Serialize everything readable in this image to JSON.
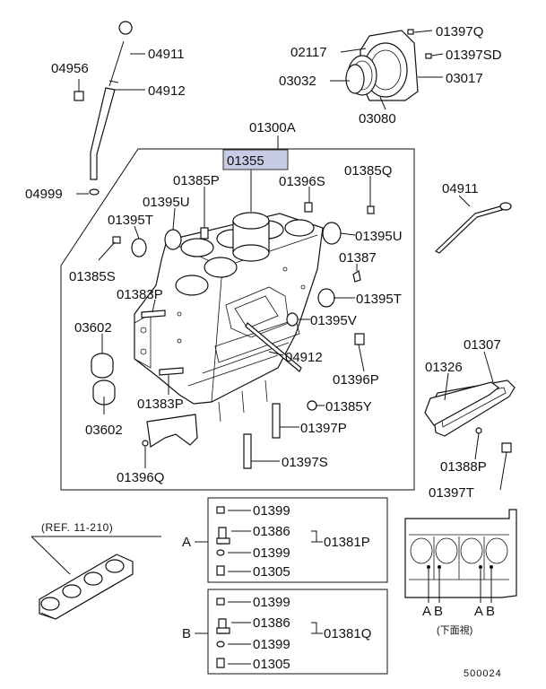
{
  "top": {
    "dipstick": "04911",
    "dipstick_guide": "04912",
    "bolt": "04956",
    "oring": "04999",
    "bolt_r1": "01397Q",
    "bolt_r2": "01397SD",
    "seal_case": "02117",
    "oil_seal": "03032",
    "gasket_case": "03017",
    "slinger": "03080"
  },
  "main": {
    "assembly": "01300A",
    "block": "01355",
    "plug1": "01385P",
    "plug_q": "01385Q",
    "pin_s": "01396S",
    "plug_u1": "01395U",
    "plug_u2": "01395U",
    "plug_t1": "01395T",
    "plug_t2": "01395T",
    "bolt_s": "01385S",
    "pin_387": "01387",
    "plug_383p1": "01383P",
    "plug_383p2": "01383P",
    "bearing1": "03602",
    "bearing2": "03602",
    "plug_v": "01395V",
    "guide": "04912",
    "pin_p": "01396P",
    "plug_y": "01385Y",
    "bolt_p": "01397P",
    "bolt_s2": "01397S",
    "pin_q": "01396Q"
  },
  "right": {
    "dipstick": "04911",
    "cover": "01307",
    "gasket": "01326",
    "pin": "01388P",
    "bolt": "01397T"
  },
  "kit_a": {
    "letter": "A",
    "items": [
      "01399",
      "01386",
      "01399",
      "01305"
    ],
    "kit": "01381P"
  },
  "kit_b": {
    "letter": "B",
    "items": [
      "01399",
      "01386",
      "01399",
      "01305"
    ],
    "kit": "01381Q"
  },
  "ref_note": "(REF. 11-210)",
  "bottom_view": {
    "markers": [
      "A",
      "B",
      "A",
      "B"
    ],
    "caption": "(下面視)"
  },
  "doc_number": "500024"
}
